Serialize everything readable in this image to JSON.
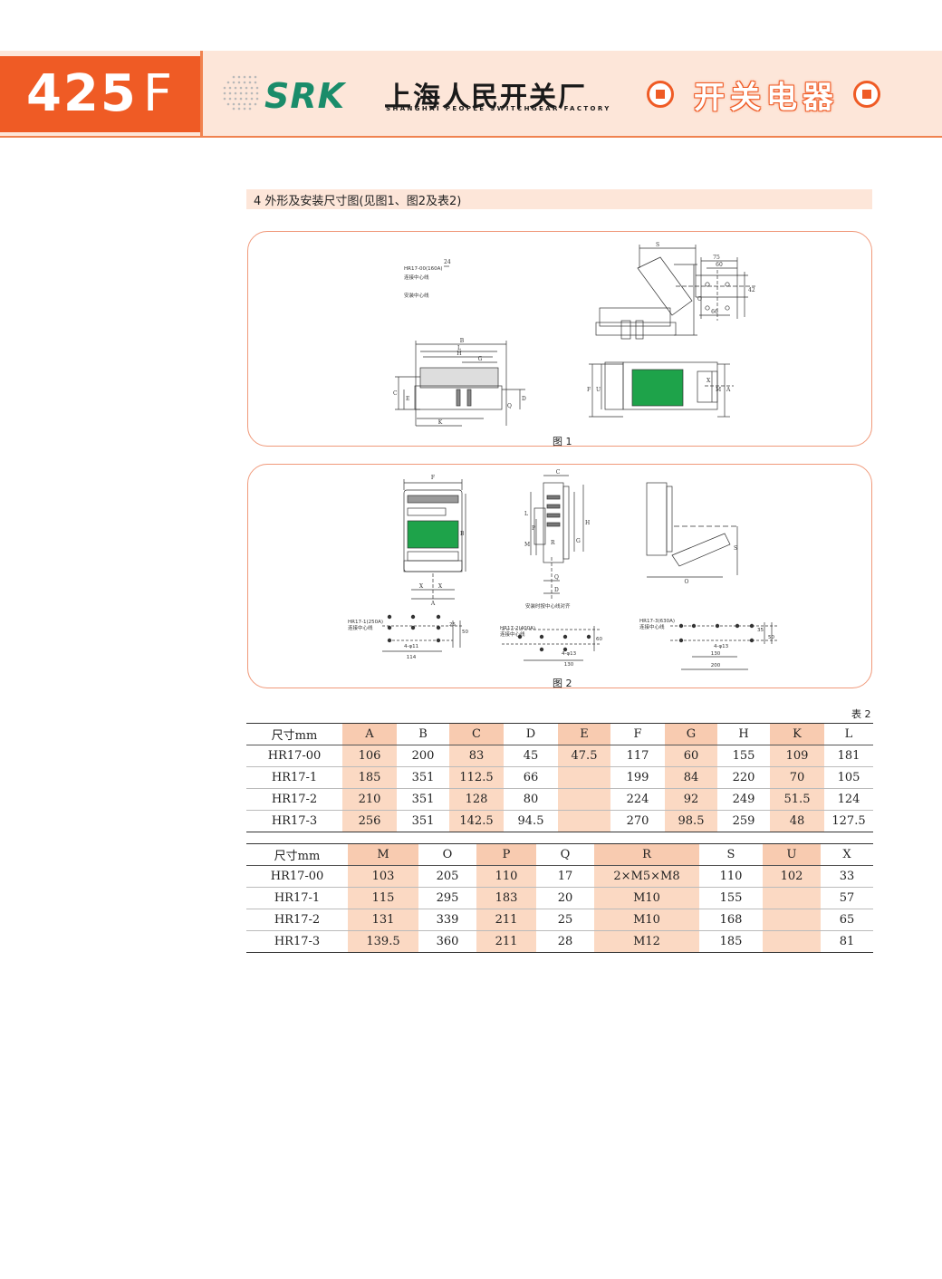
{
  "header": {
    "page_number": "425",
    "page_suffix": "F",
    "brand_logo": "SRK",
    "company_name": "上海人民开关厂",
    "company_name_en": "SHANGHAI PEOPLE SWITCHGEAR FACTORY",
    "category": "开关电器",
    "category_icon": "square-in-circle-icon",
    "accent_color": "#ef5b25",
    "band_color": "#fde6d9",
    "brand_color": "#1a8c6a"
  },
  "section": {
    "title": "4 外形及安装尺寸图(见图1、图2及表2)"
  },
  "figure1": {
    "caption": "图 1",
    "dims": {
      "s": "S",
      "o": "O",
      "b": "B",
      "l": "L",
      "h": "H",
      "g": "G",
      "c": "C",
      "e": "E",
      "k": "K",
      "q": "Q",
      "d": "D",
      "f": "F",
      "u": "U",
      "a": "A",
      "m": "M",
      "x": "X",
      "n75": "75",
      "n60": "60",
      "n66": "66",
      "n24": "24",
      "n42": "42"
    },
    "labels": {
      "model_note": "HR17-00(160A)",
      "wiring_center": "连接中心线",
      "install_center": "安装中心线"
    }
  },
  "figure2": {
    "caption": "图 2",
    "dims": {
      "f": "F",
      "b": "B",
      "x": "X",
      "a": "A",
      "c": "C",
      "l": "L",
      "p": "P",
      "m": "M",
      "g": "G",
      "h": "H",
      "q": "Q",
      "d": "D",
      "s": "S",
      "o": "O",
      "r": "R"
    },
    "note_mid": "安装时按中心线对齐",
    "mount": [
      {
        "model": "HR17-1(250A)",
        "center": "连接中心线",
        "hole": "4-φ11",
        "width": "114",
        "h1": "25",
        "h2": "50"
      },
      {
        "model": "HR17-2(400A)",
        "center": "连接中心线",
        "hole": "4-φ13",
        "width": "130",
        "h1": "60"
      },
      {
        "model": "HR17-3(630A)",
        "center": "连接中心线",
        "hole": "4-φ13",
        "width": "130",
        "width2": "200",
        "h1": "35",
        "h2": "50"
      }
    ]
  },
  "table2": {
    "caption": "表 2",
    "part1": {
      "headers": [
        "尺寸mm",
        "A",
        "B",
        "C",
        "D",
        "E",
        "F",
        "G",
        "H",
        "K",
        "L"
      ],
      "rows": [
        [
          "HR17-00",
          "106",
          "200",
          "83",
          "45",
          "47.5",
          "117",
          "60",
          "155",
          "109",
          "181"
        ],
        [
          "HR17-1",
          "185",
          "351",
          "112.5",
          "66",
          "",
          "199",
          "84",
          "220",
          "70",
          "105"
        ],
        [
          "HR17-2",
          "210",
          "351",
          "128",
          "80",
          "",
          "224",
          "92",
          "249",
          "51.5",
          "124"
        ],
        [
          "HR17-3",
          "256",
          "351",
          "142.5",
          "94.5",
          "",
          "270",
          "98.5",
          "259",
          "48",
          "127.5"
        ]
      ]
    },
    "part2": {
      "headers": [
        "尺寸mm",
        "M",
        "O",
        "P",
        "Q",
        "R",
        "S",
        "U",
        "X"
      ],
      "rows": [
        [
          "HR17-00",
          "103",
          "205",
          "110",
          "17",
          "2×M5×M8",
          "110",
          "102",
          "33"
        ],
        [
          "HR17-1",
          "115",
          "295",
          "183",
          "20",
          "M10",
          "155",
          "",
          "57"
        ],
        [
          "HR17-2",
          "131",
          "339",
          "211",
          "25",
          "M10",
          "168",
          "",
          "65"
        ],
        [
          "HR17-3",
          "139.5",
          "360",
          "211",
          "28",
          "M12",
          "185",
          "",
          "81"
        ]
      ]
    }
  }
}
